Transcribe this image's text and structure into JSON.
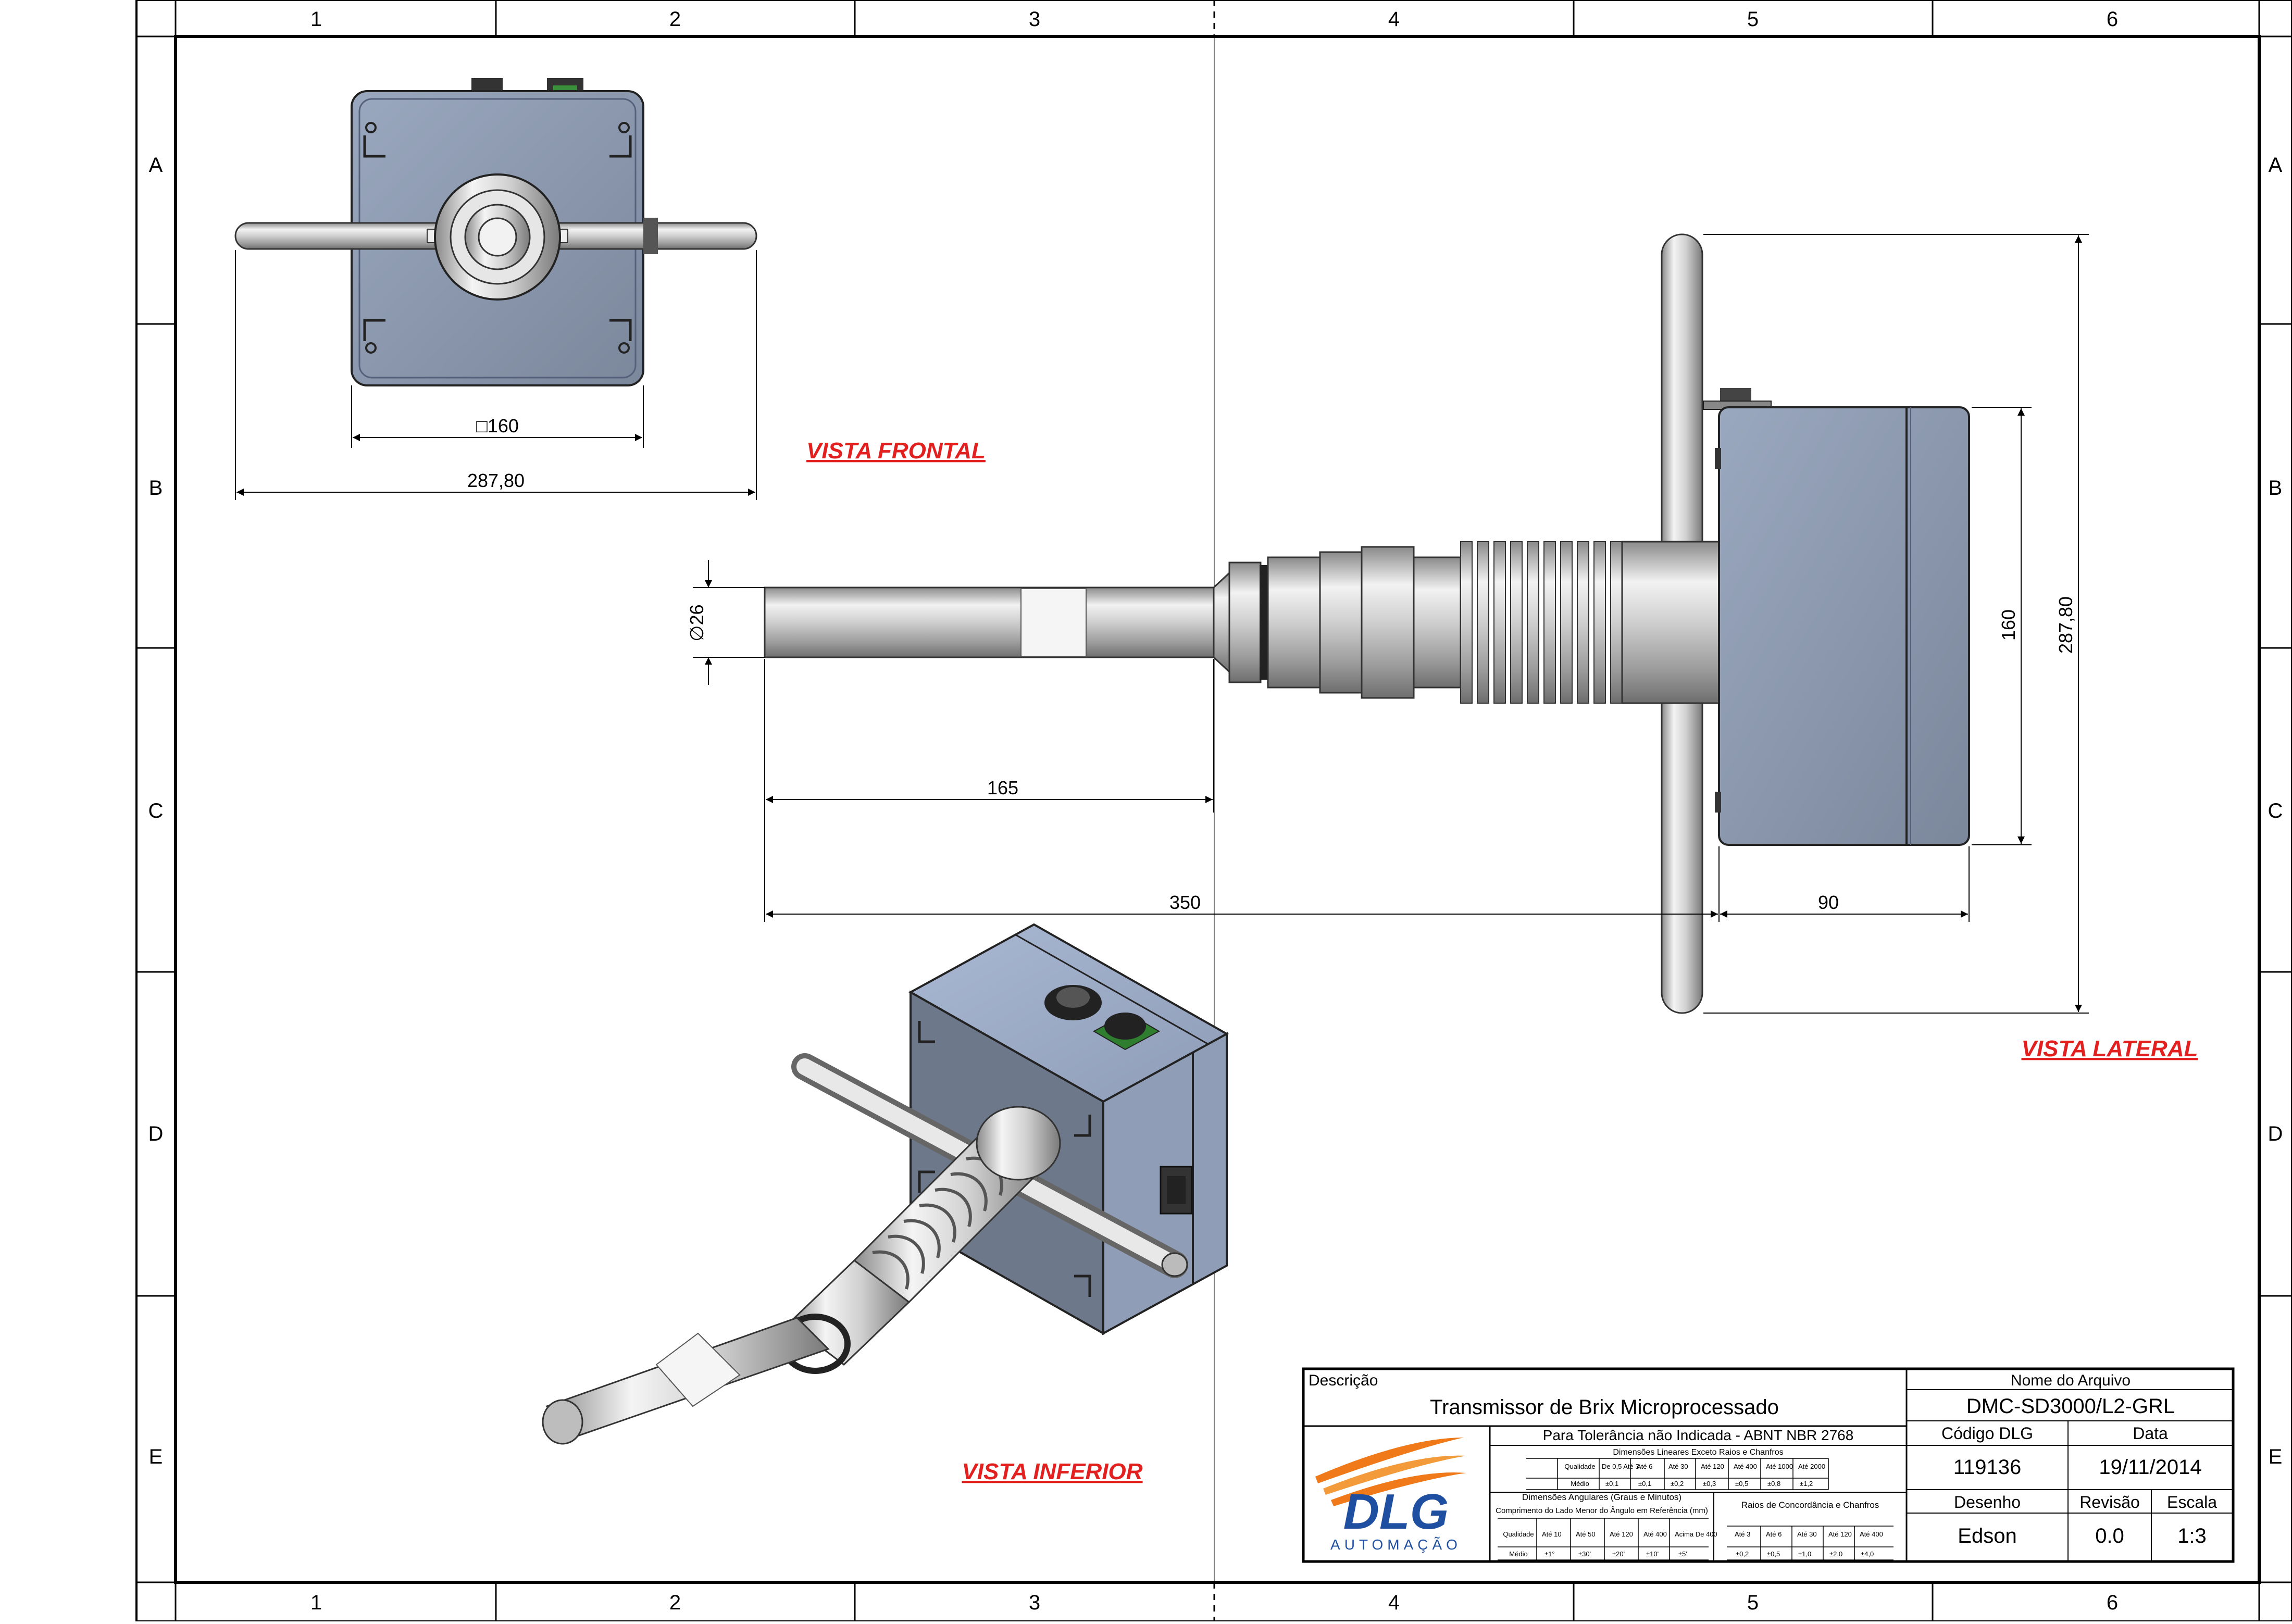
{
  "frame": {
    "columns": [
      "1",
      "2",
      "3",
      "4",
      "5",
      "6"
    ],
    "rows": [
      "A",
      "B",
      "C",
      "D",
      "E"
    ]
  },
  "views": {
    "front": "VISTA FRONTAL",
    "lateral": "VISTA LATERAL",
    "inferior": "VISTA INFERIOR"
  },
  "dimensions": {
    "box_front": "□160",
    "width_front": "287,80",
    "diameter": "∅26",
    "probe_length": "165",
    "total_length": "350",
    "box_depth": "90",
    "box_height": "160",
    "total_height": "287,80"
  },
  "title_block": {
    "descricao_label": "Descrição",
    "descricao": "Transmissor de Brix Microprocessado",
    "tolerance_title": "Para Tolerância não Indicada - ABNT NBR 2768",
    "linear_title": "Dimensões Lineares Exceto Raios e Chanfros",
    "linear_headers": [
      "De 0,5 Até 3",
      "Até 6",
      "Até 30",
      "Até 120",
      "Até 400",
      "Até 1000",
      "Até 2000"
    ],
    "linear_values": [
      "±0,1",
      "±0,1",
      "±0,2",
      "±0,3",
      "±0,5",
      "±0,8",
      "±1,2"
    ],
    "angular_title": "Dimensões Angulares (Graus e Minutos)",
    "angular_sub": "Comprimento do Lado Menor do Ângulo em Referência (mm)",
    "angular_headers": [
      "Até 10",
      "Até 50",
      "Até 120",
      "Até 400",
      "Acima De 400"
    ],
    "angular_values": [
      "±1°",
      "±30'",
      "±20'",
      "±10'",
      "±5'"
    ],
    "radius_title": "Raios de Concordância e Chanfros",
    "radius_headers": [
      "Até 3",
      "Até 6",
      "Até 30",
      "Até 120",
      "Até 400"
    ],
    "radius_values": [
      "±0,2",
      "±0,5",
      "±1,0",
      "±2,0",
      "±4,0"
    ],
    "qualidade_label": "Qualidade",
    "medio_label": "Médio",
    "nome_arquivo_label": "Nome do Arquivo",
    "nome_arquivo": "DMC-SD3000/L2-GRL",
    "codigo_label": "Código DLG",
    "codigo": "119136",
    "data_label": "Data",
    "data": "19/11/2014",
    "desenho_label": "Desenho",
    "desenho": "Edson",
    "revisao_label": "Revisão",
    "revisao": "0.0",
    "escala_label": "Escala",
    "escala": "1:3"
  },
  "logo": {
    "name": "DLG",
    "tagline": "AUTOMAÇÃO"
  },
  "colors": {
    "box_fill": "#8c9ab0",
    "steel": "#c9c9c9",
    "red": "#e32020",
    "logo_blue": "#1f4fa0",
    "logo_orange": "#f07a1a"
  }
}
